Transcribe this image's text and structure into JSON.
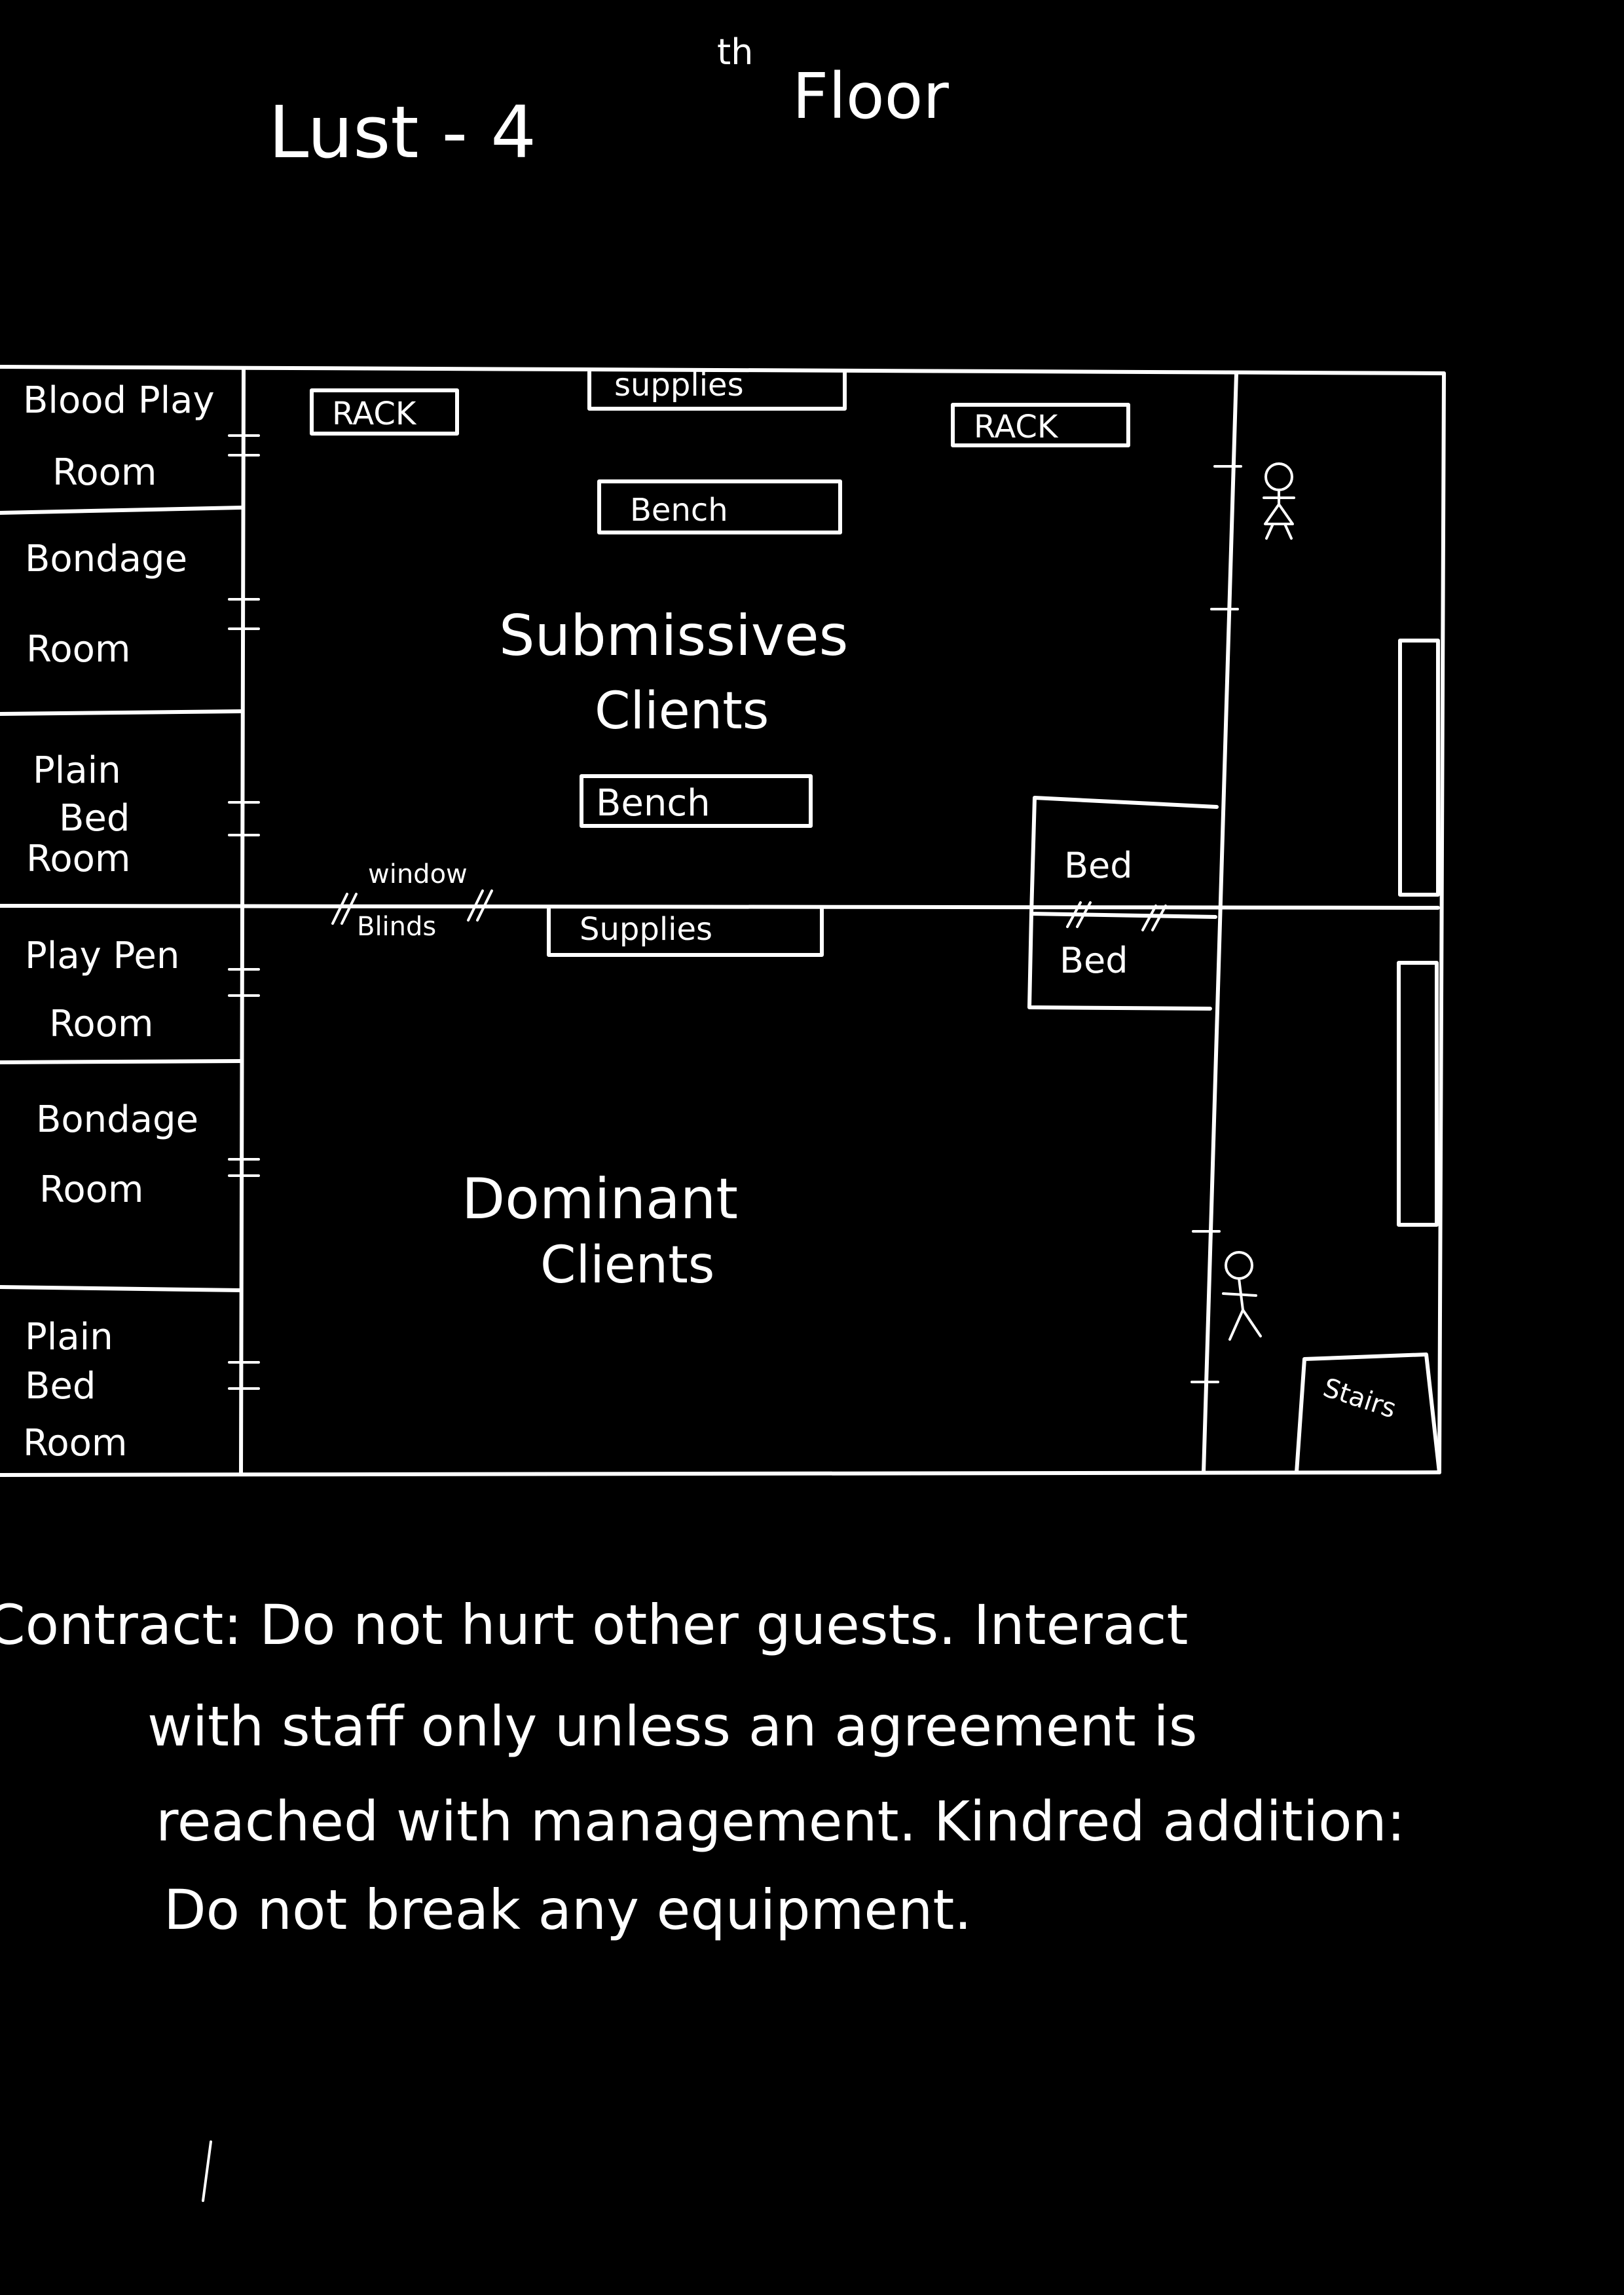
{
  "title": {
    "main": "Lust - 4",
    "sup": "th",
    "rest": "Floor"
  },
  "left_rooms": [
    {
      "lines": [
        "Blood Play",
        "Room"
      ]
    },
    {
      "lines": [
        "Bondage",
        "Room"
      ]
    },
    {
      "lines": [
        "Plain",
        "Bed",
        "Room"
      ]
    },
    {
      "lines": [
        "Play Pen",
        "Room"
      ]
    },
    {
      "lines": [
        "Bondage",
        "Room"
      ]
    },
    {
      "lines": [
        "Plain",
        "Bed",
        "Room"
      ]
    }
  ],
  "furniture": {
    "rack_left": "RACK",
    "rack_right": "RACK",
    "supplies_top": "supplies",
    "bench_top": "Bench",
    "bench_mid": "Bench",
    "supplies_mid": "Supplies",
    "bed_top": "Bed",
    "bed_bottom": "Bed",
    "stairs": "Stairs"
  },
  "window": {
    "line1": "window",
    "line2": "Blinds"
  },
  "zones": {
    "submissives": [
      "Submissives",
      "Clients"
    ],
    "dominant": [
      "Dominant",
      "Clients"
    ]
  },
  "contract": {
    "lines": [
      "Contract: Do not hurt other guests. Interact",
      "with staff only unless an agreement is",
      "reached with management. Kindred addition:",
      "Do not break any equipment."
    ]
  },
  "icons": [
    "female-figure-icon",
    "male-figure-icon"
  ]
}
